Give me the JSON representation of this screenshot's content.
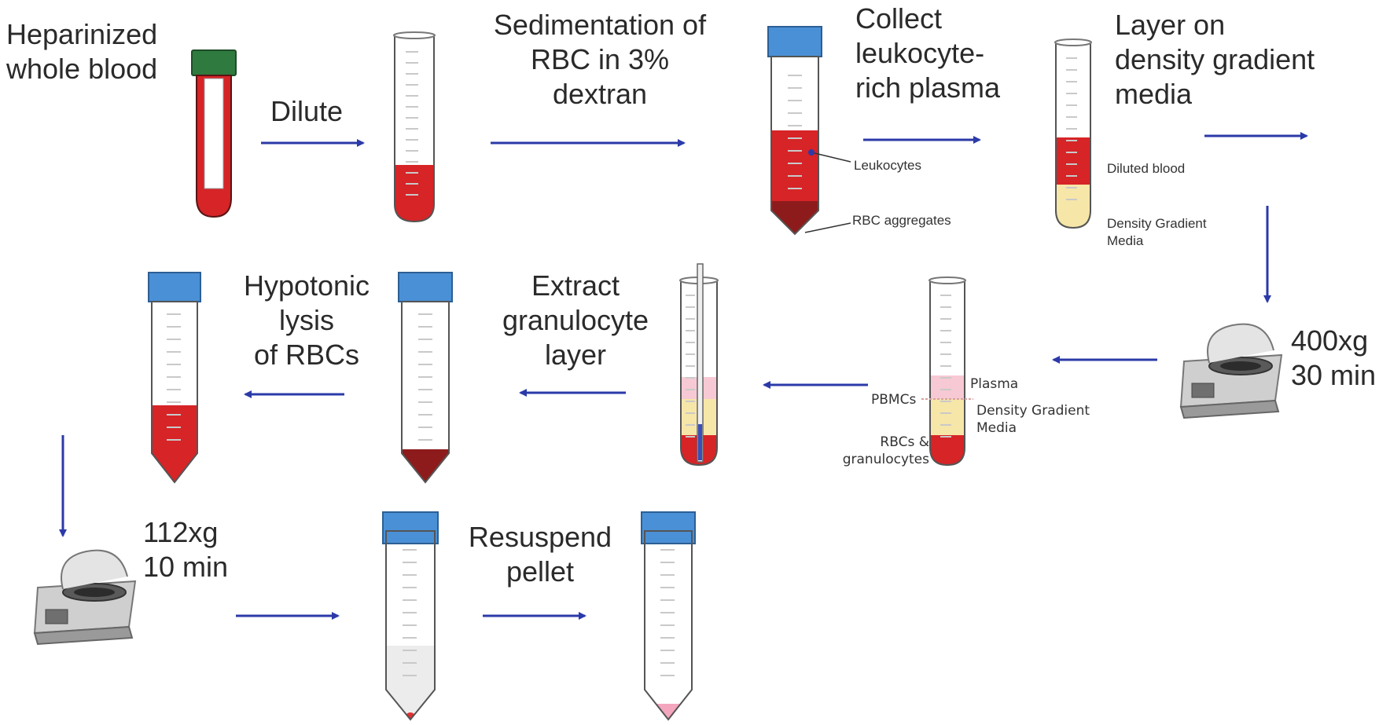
{
  "colors": {
    "arrow": "#2b3aa8",
    "blood": "#d62427",
    "dark_blood": "#8e1b1b",
    "cap_blue": "#4a90d6",
    "cap_green": "#2f7a3e",
    "media_yellow": "#f6e6a8",
    "plasma_pink": "#f7c9d4",
    "pellet_pink": "#f3a6bd",
    "tube_outline": "#555555"
  },
  "steps": {
    "heparinized": [
      "Heparinized",
      "whole blood"
    ],
    "dilute": "Dilute",
    "sedimentation": [
      "Sedimentation of",
      "RBC in 3%",
      "dextran"
    ],
    "collect": [
      "Collect",
      "leukocyte-",
      "rich plasma"
    ],
    "layer": [
      "Layer on",
      "density gradient",
      "media"
    ],
    "centrifuge1": [
      "400xg",
      "30 min"
    ],
    "extract": [
      "Extract",
      "granulocyte",
      "layer"
    ],
    "hypotonic": [
      "Hypotonic",
      "lysis",
      "of RBCs"
    ],
    "centrifuge2": [
      "112xg",
      "10 min"
    ],
    "resuspend": [
      "Resuspend",
      "pellet"
    ]
  },
  "annotations": {
    "leukocytes": "Leukocytes",
    "rbc_aggregates": "RBC aggregates",
    "diluted_blood": "Diluted blood",
    "density_gradient_media": [
      "Density Gradient",
      "Media"
    ],
    "plasma": "Plasma",
    "pbmcs": "PBMCs",
    "density_gradient_media2": [
      "Density Gradient",
      "Media"
    ],
    "rbcs_granulocytes": [
      "RBCs &",
      "granulocytes"
    ]
  },
  "icons": [
    "test-tube-icon",
    "conical-tube-icon",
    "centrifuge-icon",
    "arrow-icon"
  ]
}
